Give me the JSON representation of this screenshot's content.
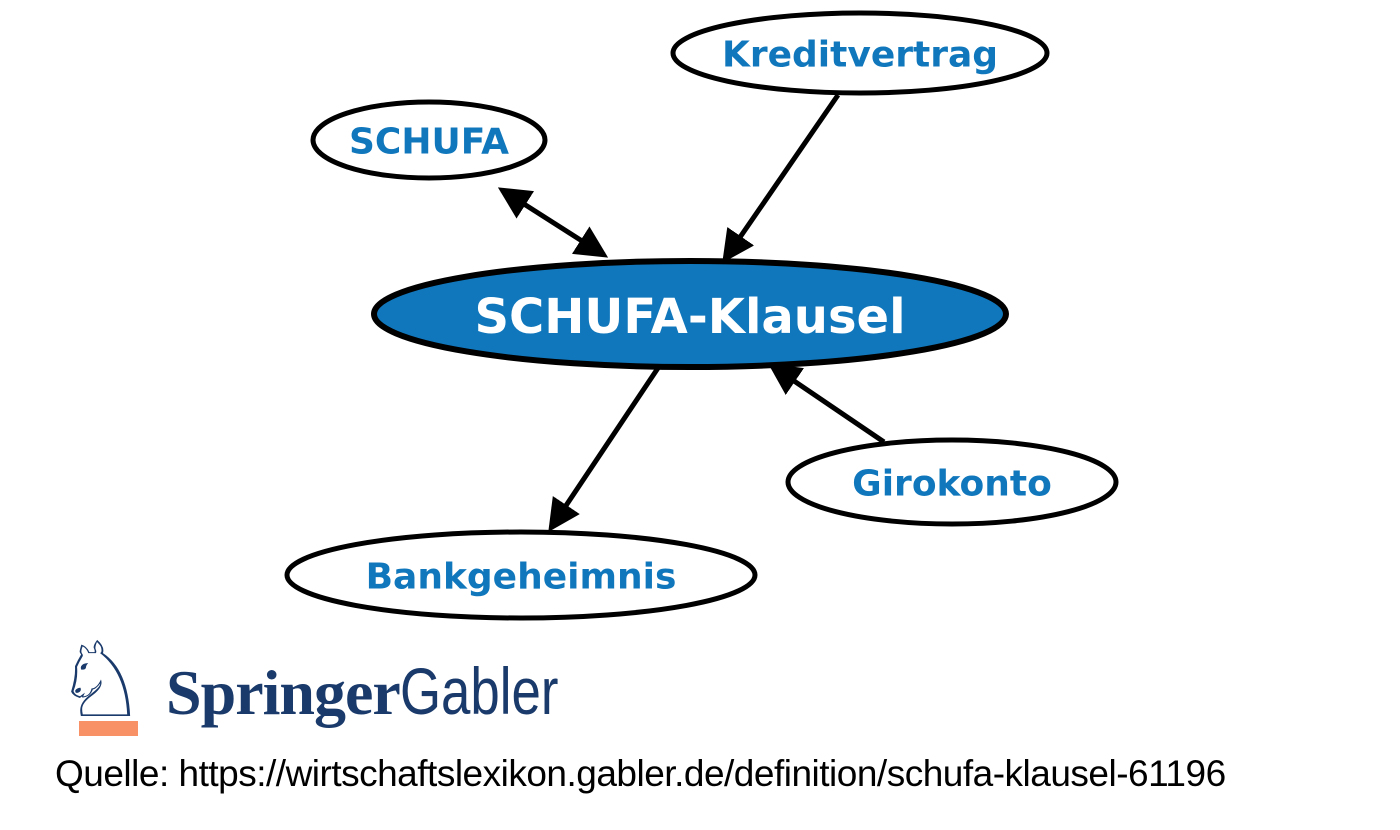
{
  "diagram": {
    "center_node": {
      "label": "SCHUFA-Klausel"
    },
    "nodes": [
      {
        "label": "Kreditvertrag"
      },
      {
        "label": "SCHUFA"
      },
      {
        "label": "Girokonto"
      },
      {
        "label": "Bankgeheimnis"
      }
    ],
    "edges": [
      {
        "from": "SCHUFA",
        "to": "SCHUFA-Klausel",
        "direction": "both"
      },
      {
        "from": "Kreditvertrag",
        "to": "SCHUFA-Klausel",
        "direction": "to"
      },
      {
        "from": "SCHUFA-Klausel",
        "to": "Bankgeheimnis",
        "direction": "to"
      },
      {
        "from": "Girokonto",
        "to": "SCHUFA-Klausel",
        "direction": "to"
      }
    ],
    "colors": {
      "node_fill": "#1077BC",
      "node_text": "#1077BC",
      "center_text": "#FFFFFF",
      "outline": "#000000"
    }
  },
  "logo": {
    "knight_icon": "♘",
    "brand": "Springer",
    "brand_suffix": "Gabler",
    "colors": {
      "navy": "#1A3A6B",
      "orange": "#F99167"
    }
  },
  "source": {
    "text": "Quelle: https://wirtschaftslexikon.gabler.de/definition/schufa-klausel-61196"
  }
}
